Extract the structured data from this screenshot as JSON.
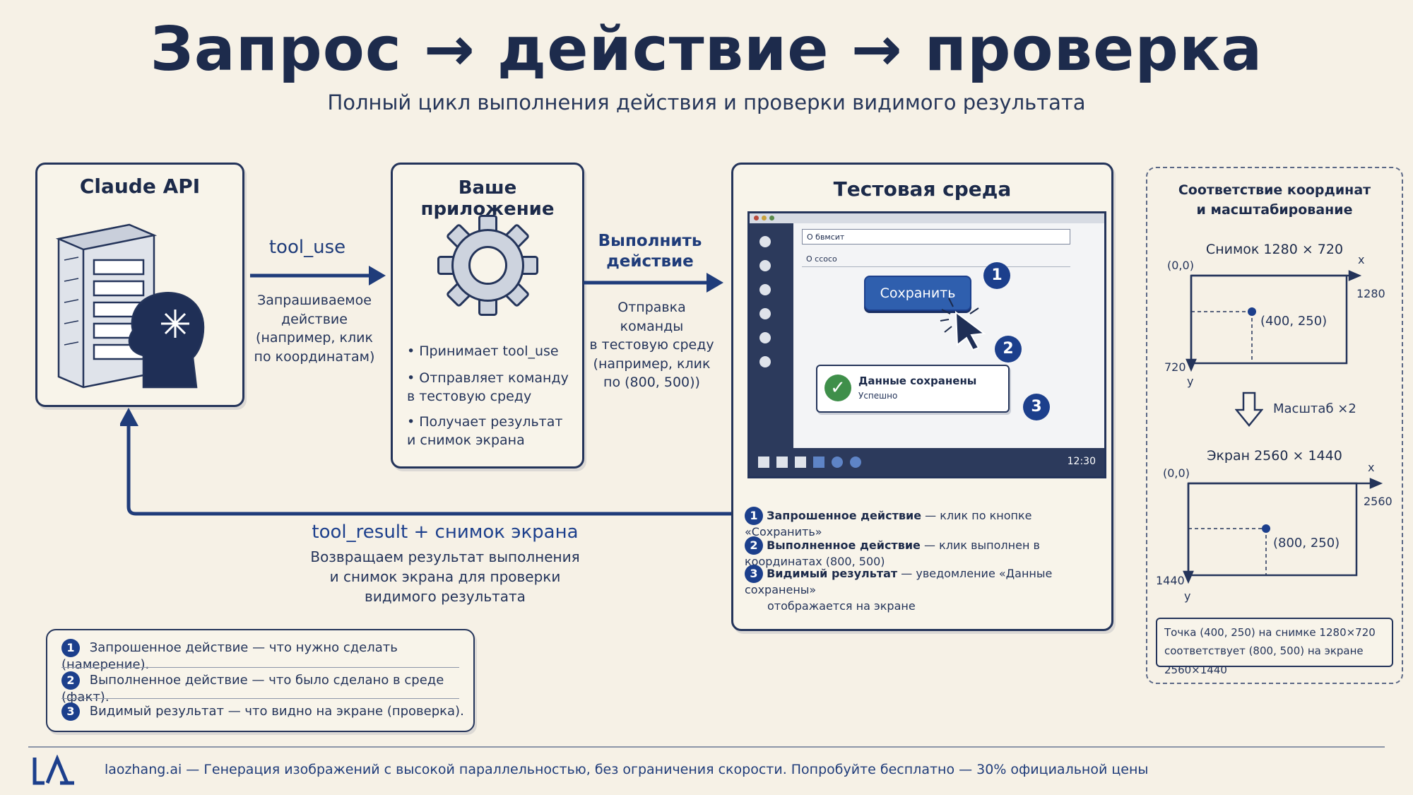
{
  "title": "Запрос → действие → проверка",
  "subtitle": "Полный цикл выполнения действия и проверки видимого результата",
  "claude_box": {
    "title": "Claude API"
  },
  "arrow1": {
    "label": "tool_use",
    "desc": [
      "Запрашиваемое",
      "действие",
      "(например, клик",
      "по координатам)"
    ]
  },
  "app_box": {
    "title": "Ваше приложение",
    "bullets": [
      "Принимает tool_use",
      "Отправляет команду\nв тестовую среду",
      "Получает результат\nи снимок экрана"
    ]
  },
  "arrow2": {
    "label": [
      "Выполнить",
      "действие"
    ],
    "desc": [
      "Отправка команды",
      "в тестовую среду",
      "(например, клик",
      "по (800, 500))"
    ]
  },
  "test_box": {
    "title": "Тестовая среда",
    "screen": {
      "field1": "О бвмсит",
      "field2": "О ссосо",
      "save_button": "Сохранить",
      "toast_title": "Данные сохранены",
      "toast_sub": "Успешно",
      "clock": "12:30"
    },
    "legend": [
      {
        "num": "1",
        "bold": "Запрошенное действие",
        "text": " — клик по кнопке «Сохранить»"
      },
      {
        "num": "2",
        "bold": "Выполненное действие",
        "text": " — клик выполнен в координатах (800, 500)"
      },
      {
        "num": "3",
        "bold": "Видимый результат",
        "text": " — уведомление «Данные сохранены»",
        "text2": "отображается на экране"
      }
    ]
  },
  "return_arrow": {
    "label": "tool_result + снимок экрана",
    "desc": [
      "Возвращаем результат выполнения",
      "и снимок экрана для проверки",
      "видимого результата"
    ]
  },
  "bottom_legend": [
    {
      "num": "1",
      "text": "Запрошенное действие — что нужно сделать (намерение)."
    },
    {
      "num": "2",
      "text": "Выполненное действие — что было сделано в среде (факт)."
    },
    {
      "num": "3",
      "text": "Видимый результат — что видно на экране (проверка)."
    }
  ],
  "mapping": {
    "title": [
      "Соответствие координат",
      "и масштабирование"
    ],
    "snap": {
      "label": "Снимок 1280 × 720",
      "origin": "(0,0)",
      "x": "x",
      "y": "y",
      "width": "1280",
      "height": "720",
      "point": "(400, 250)"
    },
    "scale": "Масштаб ×2",
    "screen": {
      "label": "Экран 2560 × 1440",
      "origin": "(0,0)",
      "x": "x",
      "y": "y",
      "width": "2560",
      "height": "1440",
      "point": "(800, 250)"
    },
    "note": [
      "Точка (400, 250) на снимке 1280×720",
      "соответствует (800, 500) на экране 2560×1440"
    ]
  },
  "footer": "laozhang.ai — Генерация изображений с высокой параллельностью, без ограничения скорости. Попробуйте бесплатно — 30% официальной цены",
  "colors": {
    "ink": "#1f2d4f",
    "accent": "#1c3f8c",
    "paper": "#f6f1e6"
  }
}
